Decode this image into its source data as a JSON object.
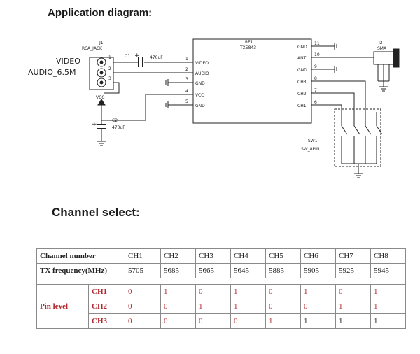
{
  "headings": {
    "application": "Application diagram:",
    "channel": "Channel select:"
  },
  "schematic": {
    "j1_ref": "J1",
    "j1_name": "RCA_JACK",
    "video": "VIDEO",
    "audio": "AUDIO_6.5M",
    "vcc": "VCC",
    "c1_ref": "C1",
    "c1_val": "470uF",
    "c2_ref": "C2",
    "c2_val": "470uF",
    "module_ref": "RF1",
    "module_name": "TX5843",
    "left_pins": [
      {
        "num": "1",
        "name": "VIDEO"
      },
      {
        "num": "2",
        "name": "AUDIO"
      },
      {
        "num": "3",
        "name": "GND"
      },
      {
        "num": "4",
        "name": "VCC"
      },
      {
        "num": "5",
        "name": "GND"
      }
    ],
    "right_pins": [
      {
        "num": "11",
        "name": "GND"
      },
      {
        "num": "10",
        "name": "ANT"
      },
      {
        "num": "9",
        "name": "GND"
      },
      {
        "num": "8",
        "name": "CH3"
      },
      {
        "num": "7",
        "name": "CH2"
      },
      {
        "num": "6",
        "name": "CH1"
      }
    ],
    "jack_pins": [
      "1",
      "2",
      "3"
    ],
    "j2_ref": "J2",
    "j2_name": "SMA",
    "sw_ref": "SW1",
    "sw_name": "SW_8PIN"
  },
  "table": {
    "row_channel_label": "Channel number",
    "channels": [
      "CH1",
      "CH2",
      "CH3",
      "CH4",
      "CH5",
      "CH6",
      "CH7",
      "CH8"
    ],
    "row_freq_label": "TX frequency(MHz)",
    "frequencies": [
      "5705",
      "5685",
      "5665",
      "5645",
      "5885",
      "5905",
      "5925",
      "5945"
    ],
    "pin_level_label": "Pin level",
    "pin_rows": [
      {
        "pin": "CH1",
        "values": [
          "0",
          "1",
          "0",
          "1",
          "0",
          "1",
          "0",
          "1"
        ]
      },
      {
        "pin": "CH2",
        "values": [
          "0",
          "0",
          "1",
          "1",
          "0",
          "0",
          "1",
          "1"
        ]
      },
      {
        "pin": "CH3",
        "values": [
          "0",
          "0",
          "0",
          "0",
          "1",
          "1",
          "1",
          "1"
        ]
      }
    ]
  }
}
